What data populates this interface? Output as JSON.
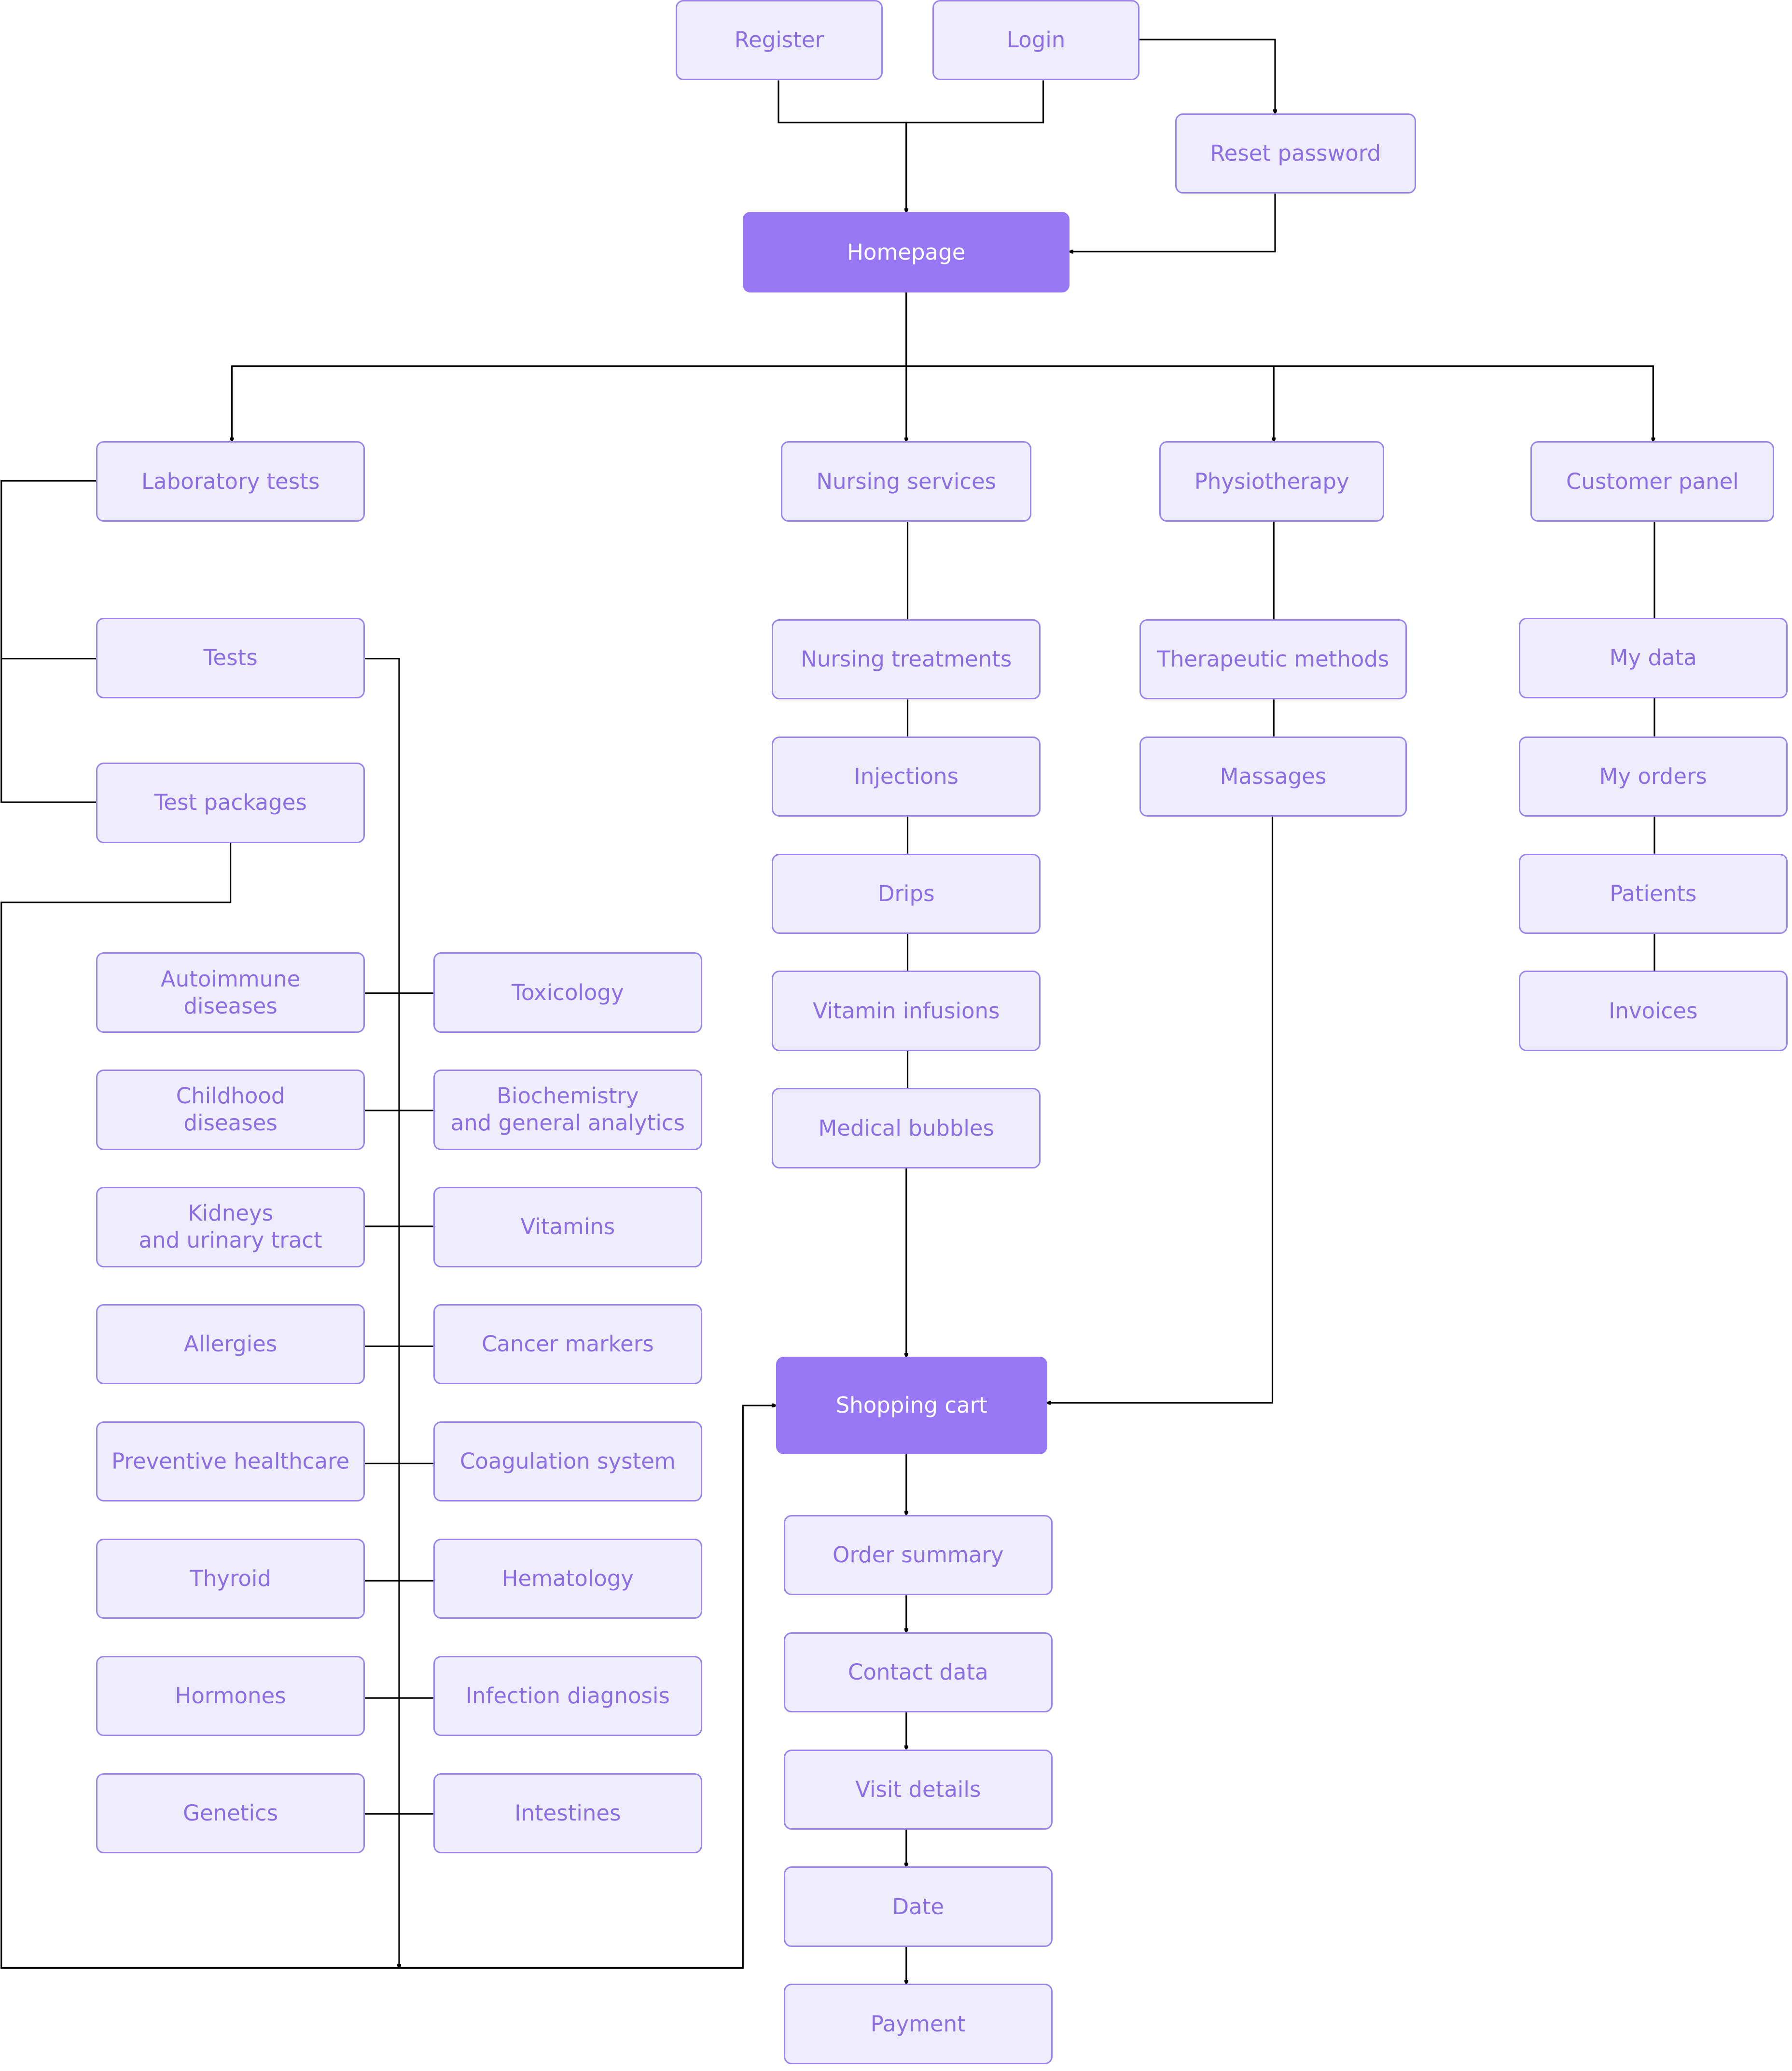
{
  "colors": {
    "node_fill": "#efedfb",
    "node_border": "#9b83ee",
    "node_text": "#8c6ee4",
    "primary_fill": "#9877f4",
    "primary_text": "#ffffff",
    "connector": "#000000"
  },
  "nodes": [
    {
      "id": "register",
      "label": "Register"
    },
    {
      "id": "login",
      "label": "Login"
    },
    {
      "id": "reset_password",
      "label": "Reset password"
    },
    {
      "id": "homepage",
      "label": "Homepage",
      "primary": true
    },
    {
      "id": "laboratory_tests",
      "label": "Laboratory tests"
    },
    {
      "id": "nursing_services",
      "label": "Nursing services"
    },
    {
      "id": "physiotherapy",
      "label": "Physiotherapy"
    },
    {
      "id": "customer_panel",
      "label": "Customer panel"
    },
    {
      "id": "tests",
      "label": "Tests"
    },
    {
      "id": "test_packages",
      "label": "Test packages"
    },
    {
      "id": "autoimmune_diseases",
      "label": "Autoimmune\ndiseases"
    },
    {
      "id": "toxicology",
      "label": "Toxicology"
    },
    {
      "id": "childhood_diseases",
      "label": "Childhood\ndiseases"
    },
    {
      "id": "biochemistry",
      "label": "Biochemistry\nand general analytics"
    },
    {
      "id": "kidneys",
      "label": "Kidneys\nand urinary tract"
    },
    {
      "id": "vitamins",
      "label": "Vitamins"
    },
    {
      "id": "allergies",
      "label": "Allergies"
    },
    {
      "id": "cancer_markers",
      "label": "Cancer markers"
    },
    {
      "id": "preventive_healthcare",
      "label": "Preventive healthcare"
    },
    {
      "id": "coagulation_system",
      "label": "Coagulation system"
    },
    {
      "id": "thyroid",
      "label": "Thyroid"
    },
    {
      "id": "hematology",
      "label": "Hematology"
    },
    {
      "id": "hormones",
      "label": "Hormones"
    },
    {
      "id": "infection_diagnosis",
      "label": "Infection diagnosis"
    },
    {
      "id": "genetics",
      "label": "Genetics"
    },
    {
      "id": "intestines",
      "label": "Intestines"
    },
    {
      "id": "nursing_treatments",
      "label": "Nursing treatments"
    },
    {
      "id": "injections",
      "label": "Injections"
    },
    {
      "id": "drips",
      "label": "Drips"
    },
    {
      "id": "vitamin_infusions",
      "label": "Vitamin infusions"
    },
    {
      "id": "medical_bubbles",
      "label": "Medical bubbles"
    },
    {
      "id": "therapeutic_methods",
      "label": "Therapeutic methods"
    },
    {
      "id": "massages",
      "label": "Massages"
    },
    {
      "id": "my_data",
      "label": "My data"
    },
    {
      "id": "my_orders",
      "label": "My orders"
    },
    {
      "id": "patients",
      "label": "Patients"
    },
    {
      "id": "invoices",
      "label": "Invoices"
    },
    {
      "id": "shopping_cart",
      "label": "Shopping cart",
      "primary": true
    },
    {
      "id": "order_summary",
      "label": "Order summary"
    },
    {
      "id": "contact_data",
      "label": "Contact data"
    },
    {
      "id": "visit_details",
      "label": "Visit details"
    },
    {
      "id": "date",
      "label": "Date"
    },
    {
      "id": "payment",
      "label": "Payment"
    }
  ],
  "edges": [
    {
      "from": "register",
      "to": "homepage",
      "arrow": true
    },
    {
      "from": "login",
      "to": "homepage",
      "arrow": true
    },
    {
      "from": "login",
      "to": "reset_password",
      "arrow": true
    },
    {
      "from": "reset_password",
      "to": "homepage",
      "arrow": true
    },
    {
      "from": "homepage",
      "to": "laboratory_tests",
      "arrow": true
    },
    {
      "from": "homepage",
      "to": "nursing_services",
      "arrow": true
    },
    {
      "from": "homepage",
      "to": "physiotherapy",
      "arrow": true
    },
    {
      "from": "homepage",
      "to": "customer_panel",
      "arrow": true
    },
    {
      "from": "laboratory_tests",
      "to": "tests",
      "arrow": false
    },
    {
      "from": "laboratory_tests",
      "to": "test_packages",
      "arrow": false
    },
    {
      "from": "test_packages",
      "to": "shopping_cart",
      "arrow": true
    },
    {
      "from": "tests",
      "to": "shopping_cart",
      "arrow": true
    },
    {
      "from": "tests",
      "to": "autoimmune_diseases",
      "arrow": false
    },
    {
      "from": "tests",
      "to": "toxicology",
      "arrow": false
    },
    {
      "from": "tests",
      "to": "childhood_diseases",
      "arrow": false
    },
    {
      "from": "tests",
      "to": "biochemistry",
      "arrow": false
    },
    {
      "from": "tests",
      "to": "kidneys",
      "arrow": false
    },
    {
      "from": "tests",
      "to": "vitamins",
      "arrow": false
    },
    {
      "from": "tests",
      "to": "allergies",
      "arrow": false
    },
    {
      "from": "tests",
      "to": "cancer_markers",
      "arrow": false
    },
    {
      "from": "tests",
      "to": "preventive_healthcare",
      "arrow": false
    },
    {
      "from": "tests",
      "to": "coagulation_system",
      "arrow": false
    },
    {
      "from": "tests",
      "to": "thyroid",
      "arrow": false
    },
    {
      "from": "tests",
      "to": "hematology",
      "arrow": false
    },
    {
      "from": "tests",
      "to": "hormones",
      "arrow": false
    },
    {
      "from": "tests",
      "to": "infection_diagnosis",
      "arrow": false
    },
    {
      "from": "tests",
      "to": "genetics",
      "arrow": false
    },
    {
      "from": "tests",
      "to": "intestines",
      "arrow": false
    },
    {
      "from": "nursing_services",
      "to": "nursing_treatments",
      "arrow": false
    },
    {
      "from": "nursing_treatments",
      "to": "injections",
      "arrow": false
    },
    {
      "from": "injections",
      "to": "drips",
      "arrow": false
    },
    {
      "from": "drips",
      "to": "vitamin_infusions",
      "arrow": false
    },
    {
      "from": "vitamin_infusions",
      "to": "medical_bubbles",
      "arrow": false
    },
    {
      "from": "medical_bubbles",
      "to": "shopping_cart",
      "arrow": true
    },
    {
      "from": "physiotherapy",
      "to": "therapeutic_methods",
      "arrow": false
    },
    {
      "from": "therapeutic_methods",
      "to": "massages",
      "arrow": false
    },
    {
      "from": "massages",
      "to": "shopping_cart",
      "arrow": true
    },
    {
      "from": "customer_panel",
      "to": "my_data",
      "arrow": false
    },
    {
      "from": "my_data",
      "to": "my_orders",
      "arrow": false
    },
    {
      "from": "my_orders",
      "to": "patients",
      "arrow": false
    },
    {
      "from": "patients",
      "to": "invoices",
      "arrow": false
    },
    {
      "from": "shopping_cart",
      "to": "order_summary",
      "arrow": true
    },
    {
      "from": "order_summary",
      "to": "contact_data",
      "arrow": true
    },
    {
      "from": "contact_data",
      "to": "visit_details",
      "arrow": true
    },
    {
      "from": "visit_details",
      "to": "date",
      "arrow": true
    },
    {
      "from": "date",
      "to": "payment",
      "arrow": true
    }
  ]
}
